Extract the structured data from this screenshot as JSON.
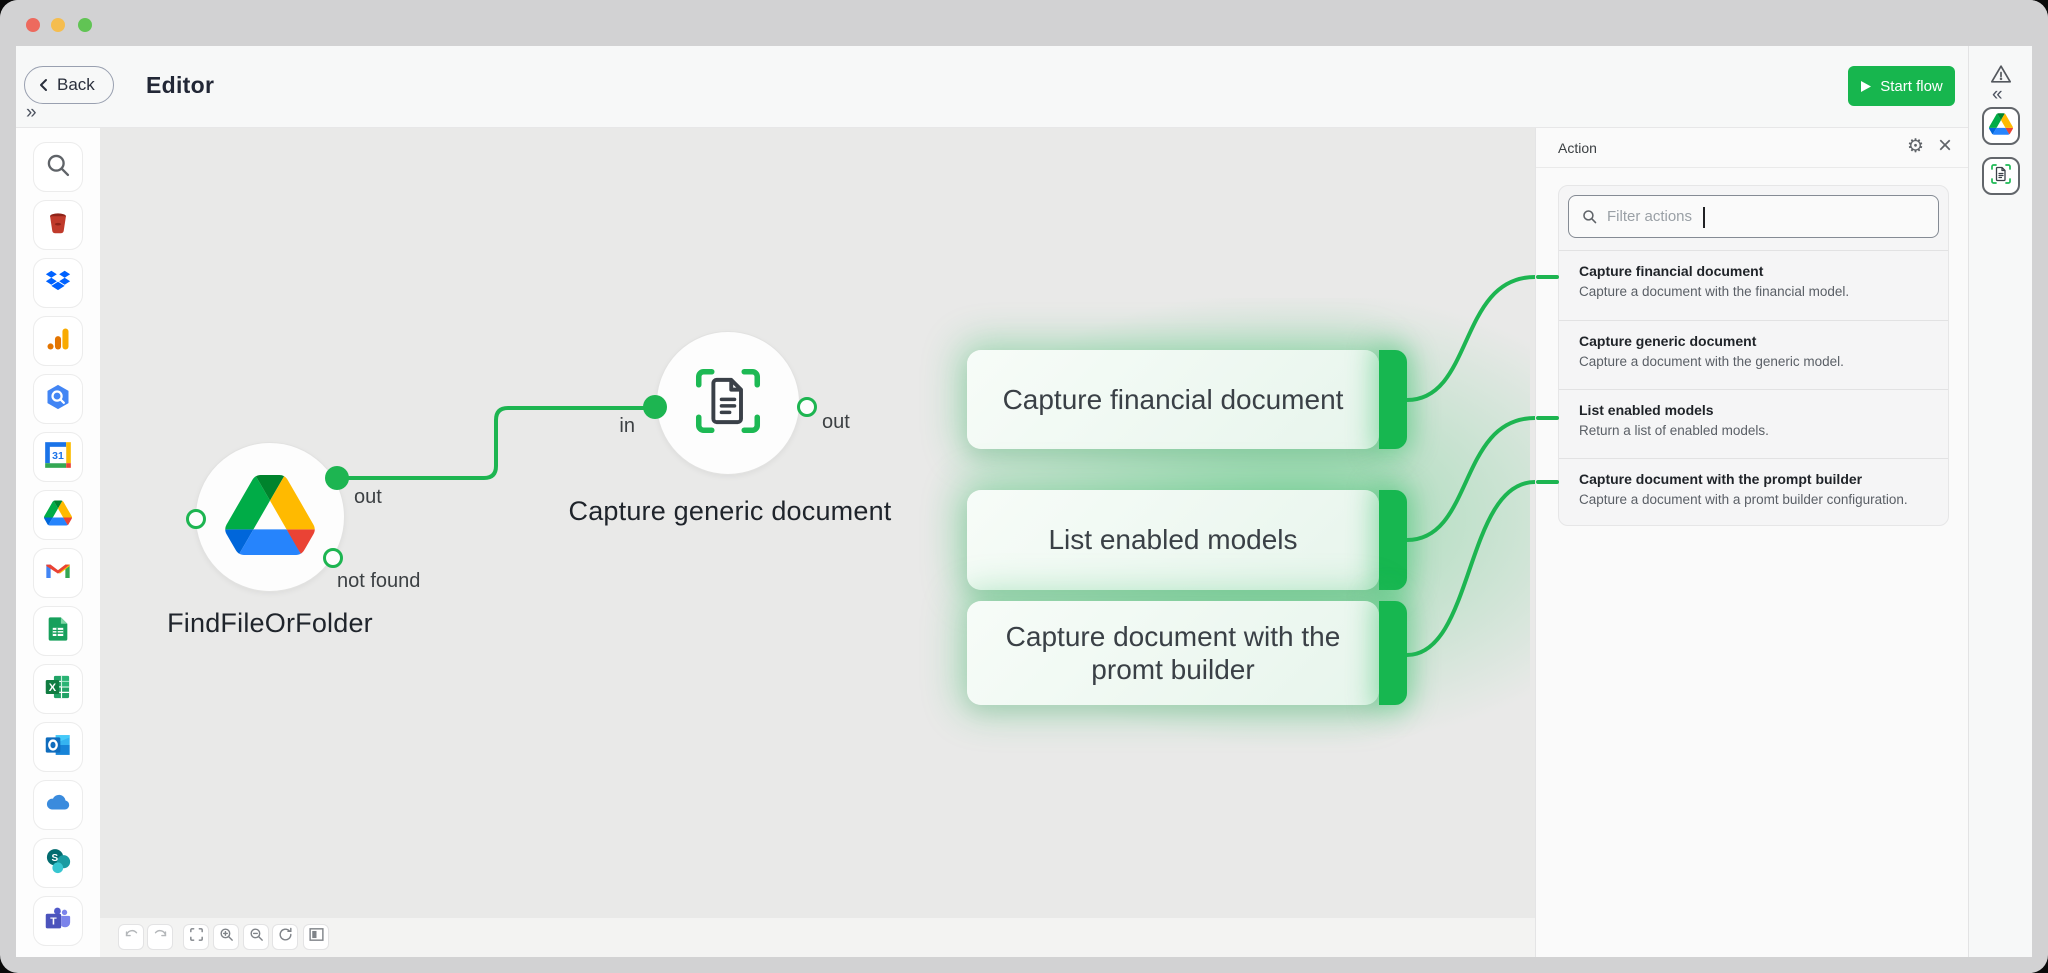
{
  "window": {
    "controls": [
      "close",
      "minimize",
      "zoom"
    ]
  },
  "topbar": {
    "back_label": "Back",
    "title": "Editor",
    "start_flow_label": "Start flow"
  },
  "sidebar": {
    "expand_icon": "»",
    "icons": [
      "search",
      "aws-s3",
      "dropbox",
      "google-analytics",
      "google-bigquery",
      "google-calendar",
      "google-drive",
      "gmail",
      "google-sheets",
      "excel",
      "outlook",
      "onedrive",
      "sharepoint",
      "teams"
    ]
  },
  "canvas": {
    "nodes": [
      {
        "label": "FindFileOrFolder",
        "app": "google-drive",
        "ports": {
          "out": "out",
          "not_found": "not found"
        }
      },
      {
        "label": "Capture generic document",
        "app": "document-capture",
        "ports": {
          "in": "in",
          "out": "out"
        }
      }
    ],
    "action_options": [
      "Capture financial document",
      "List enabled models",
      "Capture document with the promt builder"
    ],
    "toolbar": [
      "undo",
      "redo",
      "fit-view",
      "zoom-in",
      "zoom-out",
      "reset-view",
      "minimap"
    ]
  },
  "action_panel": {
    "title": "Action",
    "filter_placeholder": "Filter actions",
    "items": [
      {
        "title": "Capture financial document",
        "description": "Capture a document with the financial model."
      },
      {
        "title": "Capture generic document",
        "description": "Capture a document with the generic model."
      },
      {
        "title": "List enabled models",
        "description": "Return a list of enabled models."
      },
      {
        "title": "Capture document with the prompt builder",
        "description": "Capture a document with a promt builder configuration."
      }
    ]
  },
  "rail": {
    "collapse_icon": "«",
    "buttons": [
      "google-drive",
      "document-capture"
    ],
    "alert_icon": "warning-triangle"
  },
  "colors": {
    "accent_green": "#17b64e",
    "connection_green": "#1db551",
    "canvas_bg": "#e9e9e8",
    "panel_bg": "#fafafa",
    "glow_green": "rgba(44,188,98,0.4)"
  }
}
